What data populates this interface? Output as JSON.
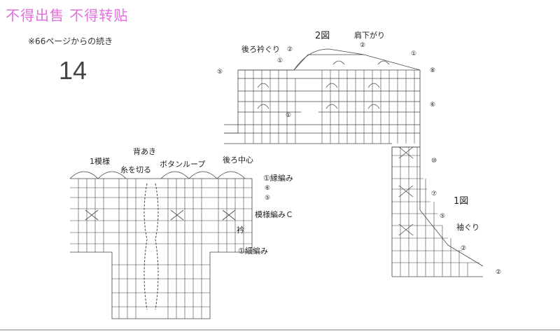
{
  "watermark": "不得出售 不得转贴",
  "reference_note": "※66ページからの続き",
  "page_number": "14",
  "figure2": {
    "title": "2図",
    "shoulder": "肩下がり",
    "back_neck": "後ろ衿ぐり",
    "back_center": "後ろ中心",
    "row_markers": [
      "②",
      "①",
      "②",
      "①",
      "⑧",
      "⑤",
      "⑥",
      "①"
    ]
  },
  "figure1": {
    "title": "1図",
    "armhole": "袖ぐり",
    "row_markers": [
      "⑩",
      "⑦",
      "⑤",
      "②",
      "②"
    ]
  },
  "back_opening": {
    "title": "背あき",
    "one_pattern": "1模様",
    "cut_yarn": "糸を切る",
    "button_loop": "ボタンループ",
    "edge_stitch_top": "①縁編み",
    "row6": "⑥",
    "row5": "⑤",
    "pattern_c": "模様編みＣ",
    "collar": "衿",
    "edge_stitch_bottom": "①細編み"
  },
  "colors": {
    "watermark": "#e46de0",
    "lines": "#333333"
  }
}
